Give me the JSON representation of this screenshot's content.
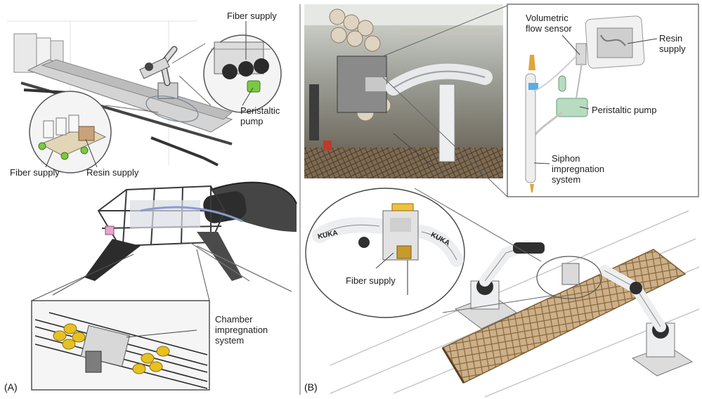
{
  "panel_a": {
    "tag": "(A)",
    "labels": {
      "fiber_supply_top": "Fiber supply",
      "peristaltic": [
        "Peristaltic",
        "pump"
      ],
      "fiber_supply_left": "Fiber supply",
      "resin_supply": "Resin supply",
      "chamber": [
        "Chamber",
        "impregnation",
        "system"
      ]
    }
  },
  "panel_b": {
    "tag": "(B)",
    "labels": {
      "volumetric": [
        "Volumetric",
        "flow sensor"
      ],
      "resin": [
        "Resin",
        "supply"
      ],
      "peristaltic": "Peristaltic pump",
      "siphon": [
        "Siphon",
        "impregnation",
        "system"
      ],
      "fiber_supply": "Fiber supply",
      "kuka_left": "KUKA",
      "kuka_right": "KUKA"
    }
  },
  "colors": {
    "accent_green": "#7ac943",
    "spool_yellow": "#e8c020",
    "pump_green": "#b9dcc0",
    "robot_white": "#eceeef",
    "wood": "#c9a878"
  }
}
